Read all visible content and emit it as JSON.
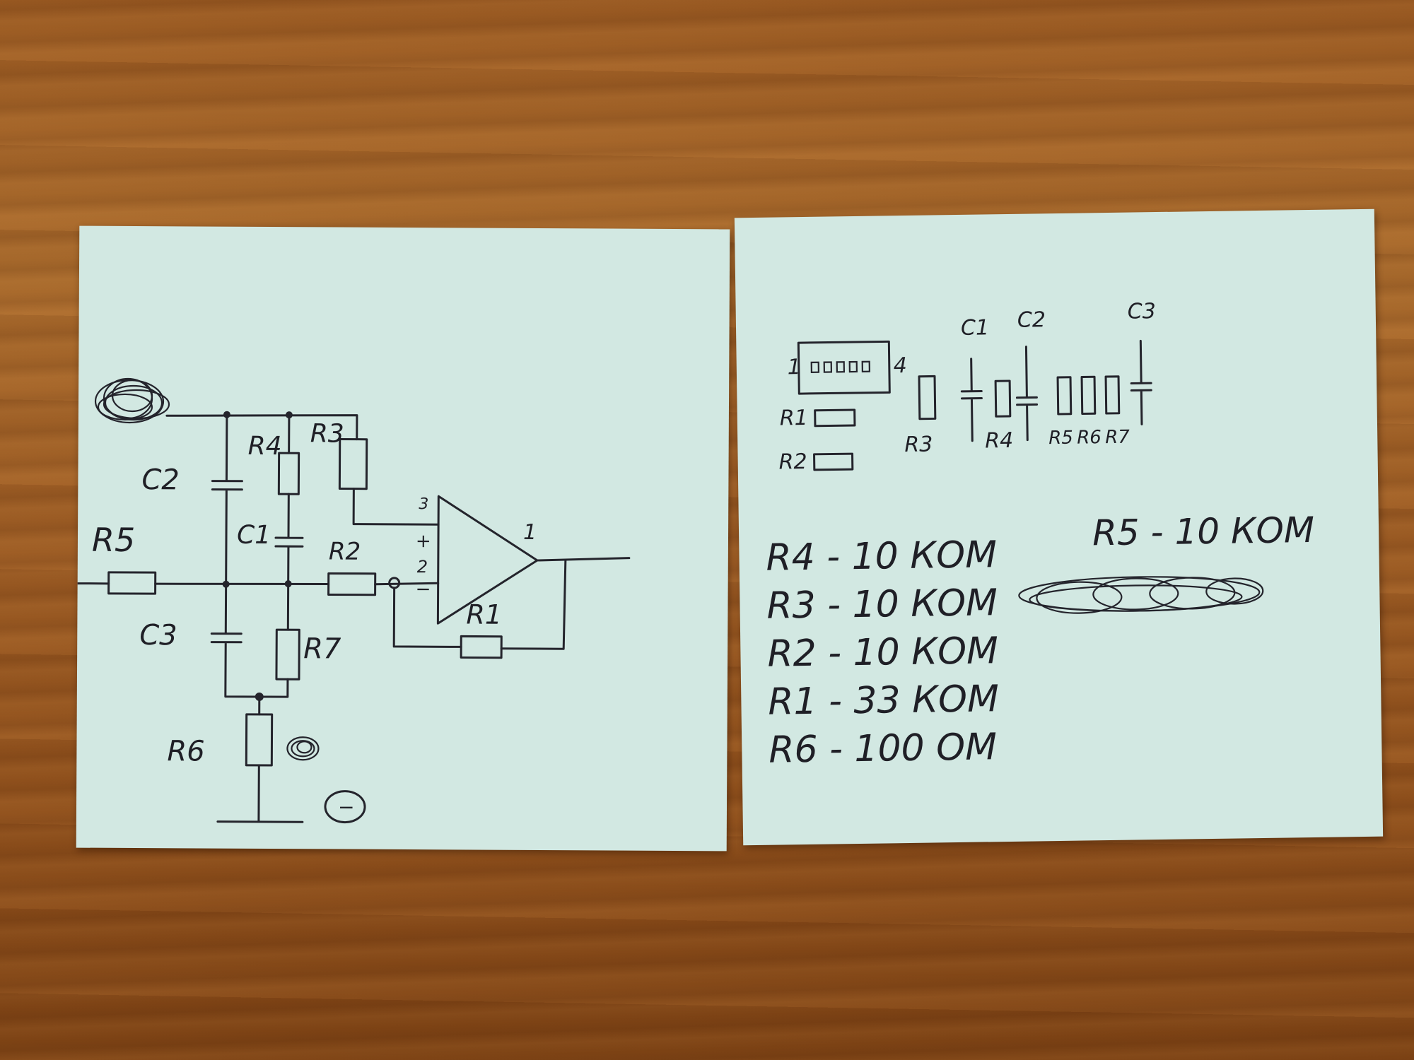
{
  "schematic": {
    "labels": {
      "r5": "R5",
      "c2": "C2",
      "r4": "R4",
      "r3": "R3",
      "c1": "C1",
      "r2": "R2",
      "c3": "C3",
      "r7": "R7",
      "r6": "R6",
      "r1": "R1"
    },
    "opamp_pins": {
      "noninv": "3",
      "inv": "2",
      "out": "1",
      "plus": "+",
      "minus": "−"
    },
    "ground_symbol": "−"
  },
  "layout_sketch": {
    "ic_pins": {
      "left": "1",
      "right": "4"
    },
    "labels": {
      "c1": "C1",
      "c2": "C2",
      "c3": "C3",
      "r1": "R1",
      "r2": "R2",
      "r3": "R3",
      "r4": "R4",
      "r5": "R5",
      "r6": "R6",
      "r7": "R7"
    }
  },
  "component_values": [
    {
      "text": "R4 - 10 КОМ"
    },
    {
      "text": "R3 - 10 КОМ"
    },
    {
      "text": "R2 - 10 КОМ"
    },
    {
      "text": "R1 - 33 КОМ"
    },
    {
      "text": "R6 - 100 ОМ"
    }
  ],
  "component_values_right": [
    {
      "text": "R5 - 10 КОМ"
    }
  ]
}
